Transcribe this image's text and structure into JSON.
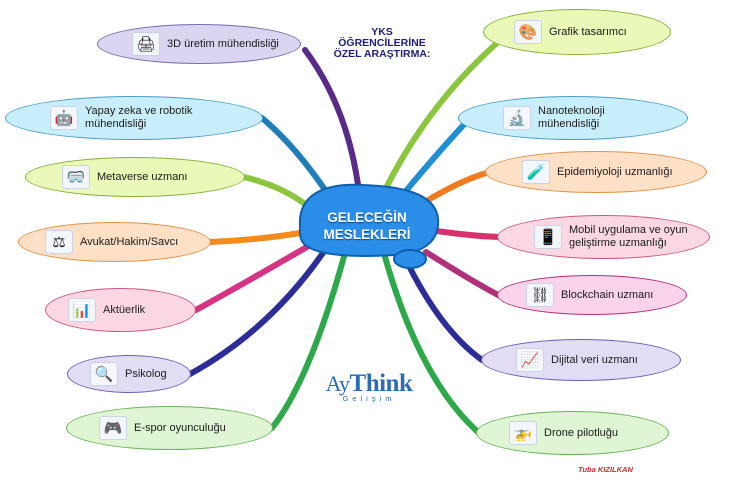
{
  "header": {
    "line1": "YKS",
    "line2": "ÖĞRENCİLERİNE",
    "line3": "ÖZEL ARAŞTIRMA:"
  },
  "center": {
    "line1": "GELECEĞİN",
    "line2": "MESLEKLERİ"
  },
  "brand": {
    "name_prefix": "Ay",
    "name_suffix": "Think",
    "sub": "Gelişim"
  },
  "author": "Tuba KIZILKAN",
  "nodes": [
    {
      "id": "3d",
      "label": "3D üretim mühendisliği",
      "icon": "printer-3d-icon",
      "glyph": "🖨",
      "color": "#5a2a8a"
    },
    {
      "id": "ai",
      "label": "Yapay zeka ve robotik mühendisliği",
      "icon": "robot-icon",
      "glyph": "🤖",
      "color": "#1e7fb8"
    },
    {
      "id": "meta",
      "label": "Metaverse uzmanı",
      "icon": "vr-headset-icon",
      "glyph": "🥽",
      "color": "#8cc63e"
    },
    {
      "id": "law",
      "label": "Avukat/Hakim/Savcı",
      "icon": "gavel-icon",
      "glyph": "⚖",
      "color": "#f28a1e"
    },
    {
      "id": "act",
      "label": "Aktüerlik",
      "icon": "bar-chart-icon",
      "glyph": "📊",
      "color": "#d63384"
    },
    {
      "id": "psy",
      "label": "Psikolog",
      "icon": "magnifier-person-icon",
      "glyph": "🔍",
      "color": "#2d2d9a"
    },
    {
      "id": "esp",
      "label": "E-spor oyunculuğu",
      "icon": "gamer-icon",
      "glyph": "🎮",
      "color": "#2da84a"
    },
    {
      "id": "graf",
      "label": "Grafik tasarımcı",
      "icon": "design-desk-icon",
      "glyph": "🎨",
      "color": "#8cc63e"
    },
    {
      "id": "nano",
      "label": "Nanoteknoloji mühendisliği",
      "icon": "microscope-icon",
      "glyph": "🔬",
      "color": "#1e8fd0"
    },
    {
      "id": "epi",
      "label": "Epidemiyoloji uzmanlığı",
      "icon": "scientist-icon",
      "glyph": "🧪",
      "color": "#f27a1e"
    },
    {
      "id": "mob",
      "label": "Mobil uygulama ve oyun geliştirme uzmanlığı",
      "icon": "mobile-app-icon",
      "glyph": "📱",
      "color": "#d6336c"
    },
    {
      "id": "blk",
      "label": "Blockchain uzmanı",
      "icon": "blockchain-icon",
      "glyph": "⛓",
      "color": "#b0307a"
    },
    {
      "id": "dij",
      "label": "Dijital veri uzmanı",
      "icon": "data-analytics-icon",
      "glyph": "📈",
      "color": "#2d2d9a"
    },
    {
      "id": "drn",
      "label": "Drone pilotluğu",
      "icon": "drone-icon",
      "glyph": "🚁",
      "color": "#2da84a"
    }
  ]
}
